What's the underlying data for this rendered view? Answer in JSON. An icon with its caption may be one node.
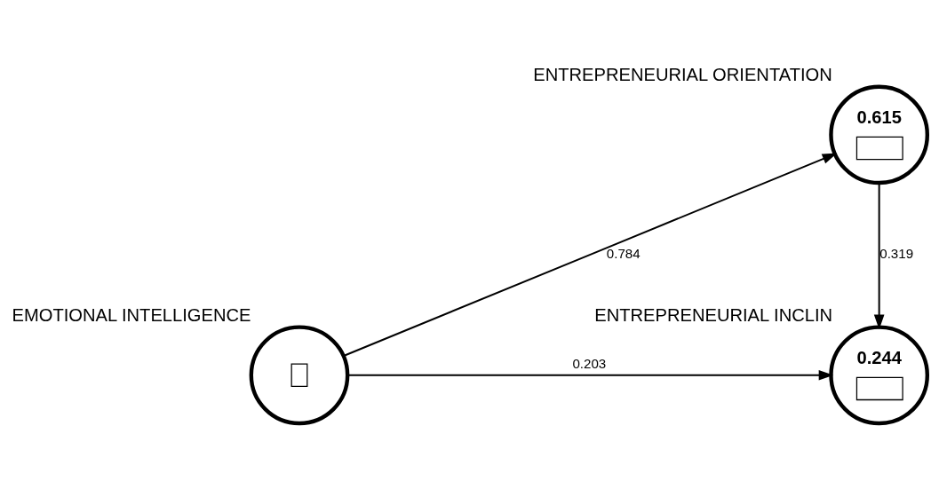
{
  "diagram": {
    "nodes": [
      {
        "text": [
          "0.615"
        ],
        "beside": [
          "ENTREPRENEURIAL ORIENTATION"
        ]
      },
      {
        "text": [],
        "shape": "circle",
        "beside": [
          "EMOTIONAL INTELLIGENCE"
        ]
      },
      {
        "text": [
          "0.244"
        ],
        "beside": [
          "ENTREPRENEURIAL INCLIN"
        ]
      }
    ],
    "edges": [
      {
        "from": 1,
        "to": 0,
        "arrow": "to",
        "label": "0.784"
      },
      {
        "from": 0,
        "to": 2,
        "arrow": "to",
        "label": "0.319"
      },
      {
        "from": 1,
        "to": 2,
        "arrow": "to",
        "label": "0.203"
      }
    ]
  }
}
